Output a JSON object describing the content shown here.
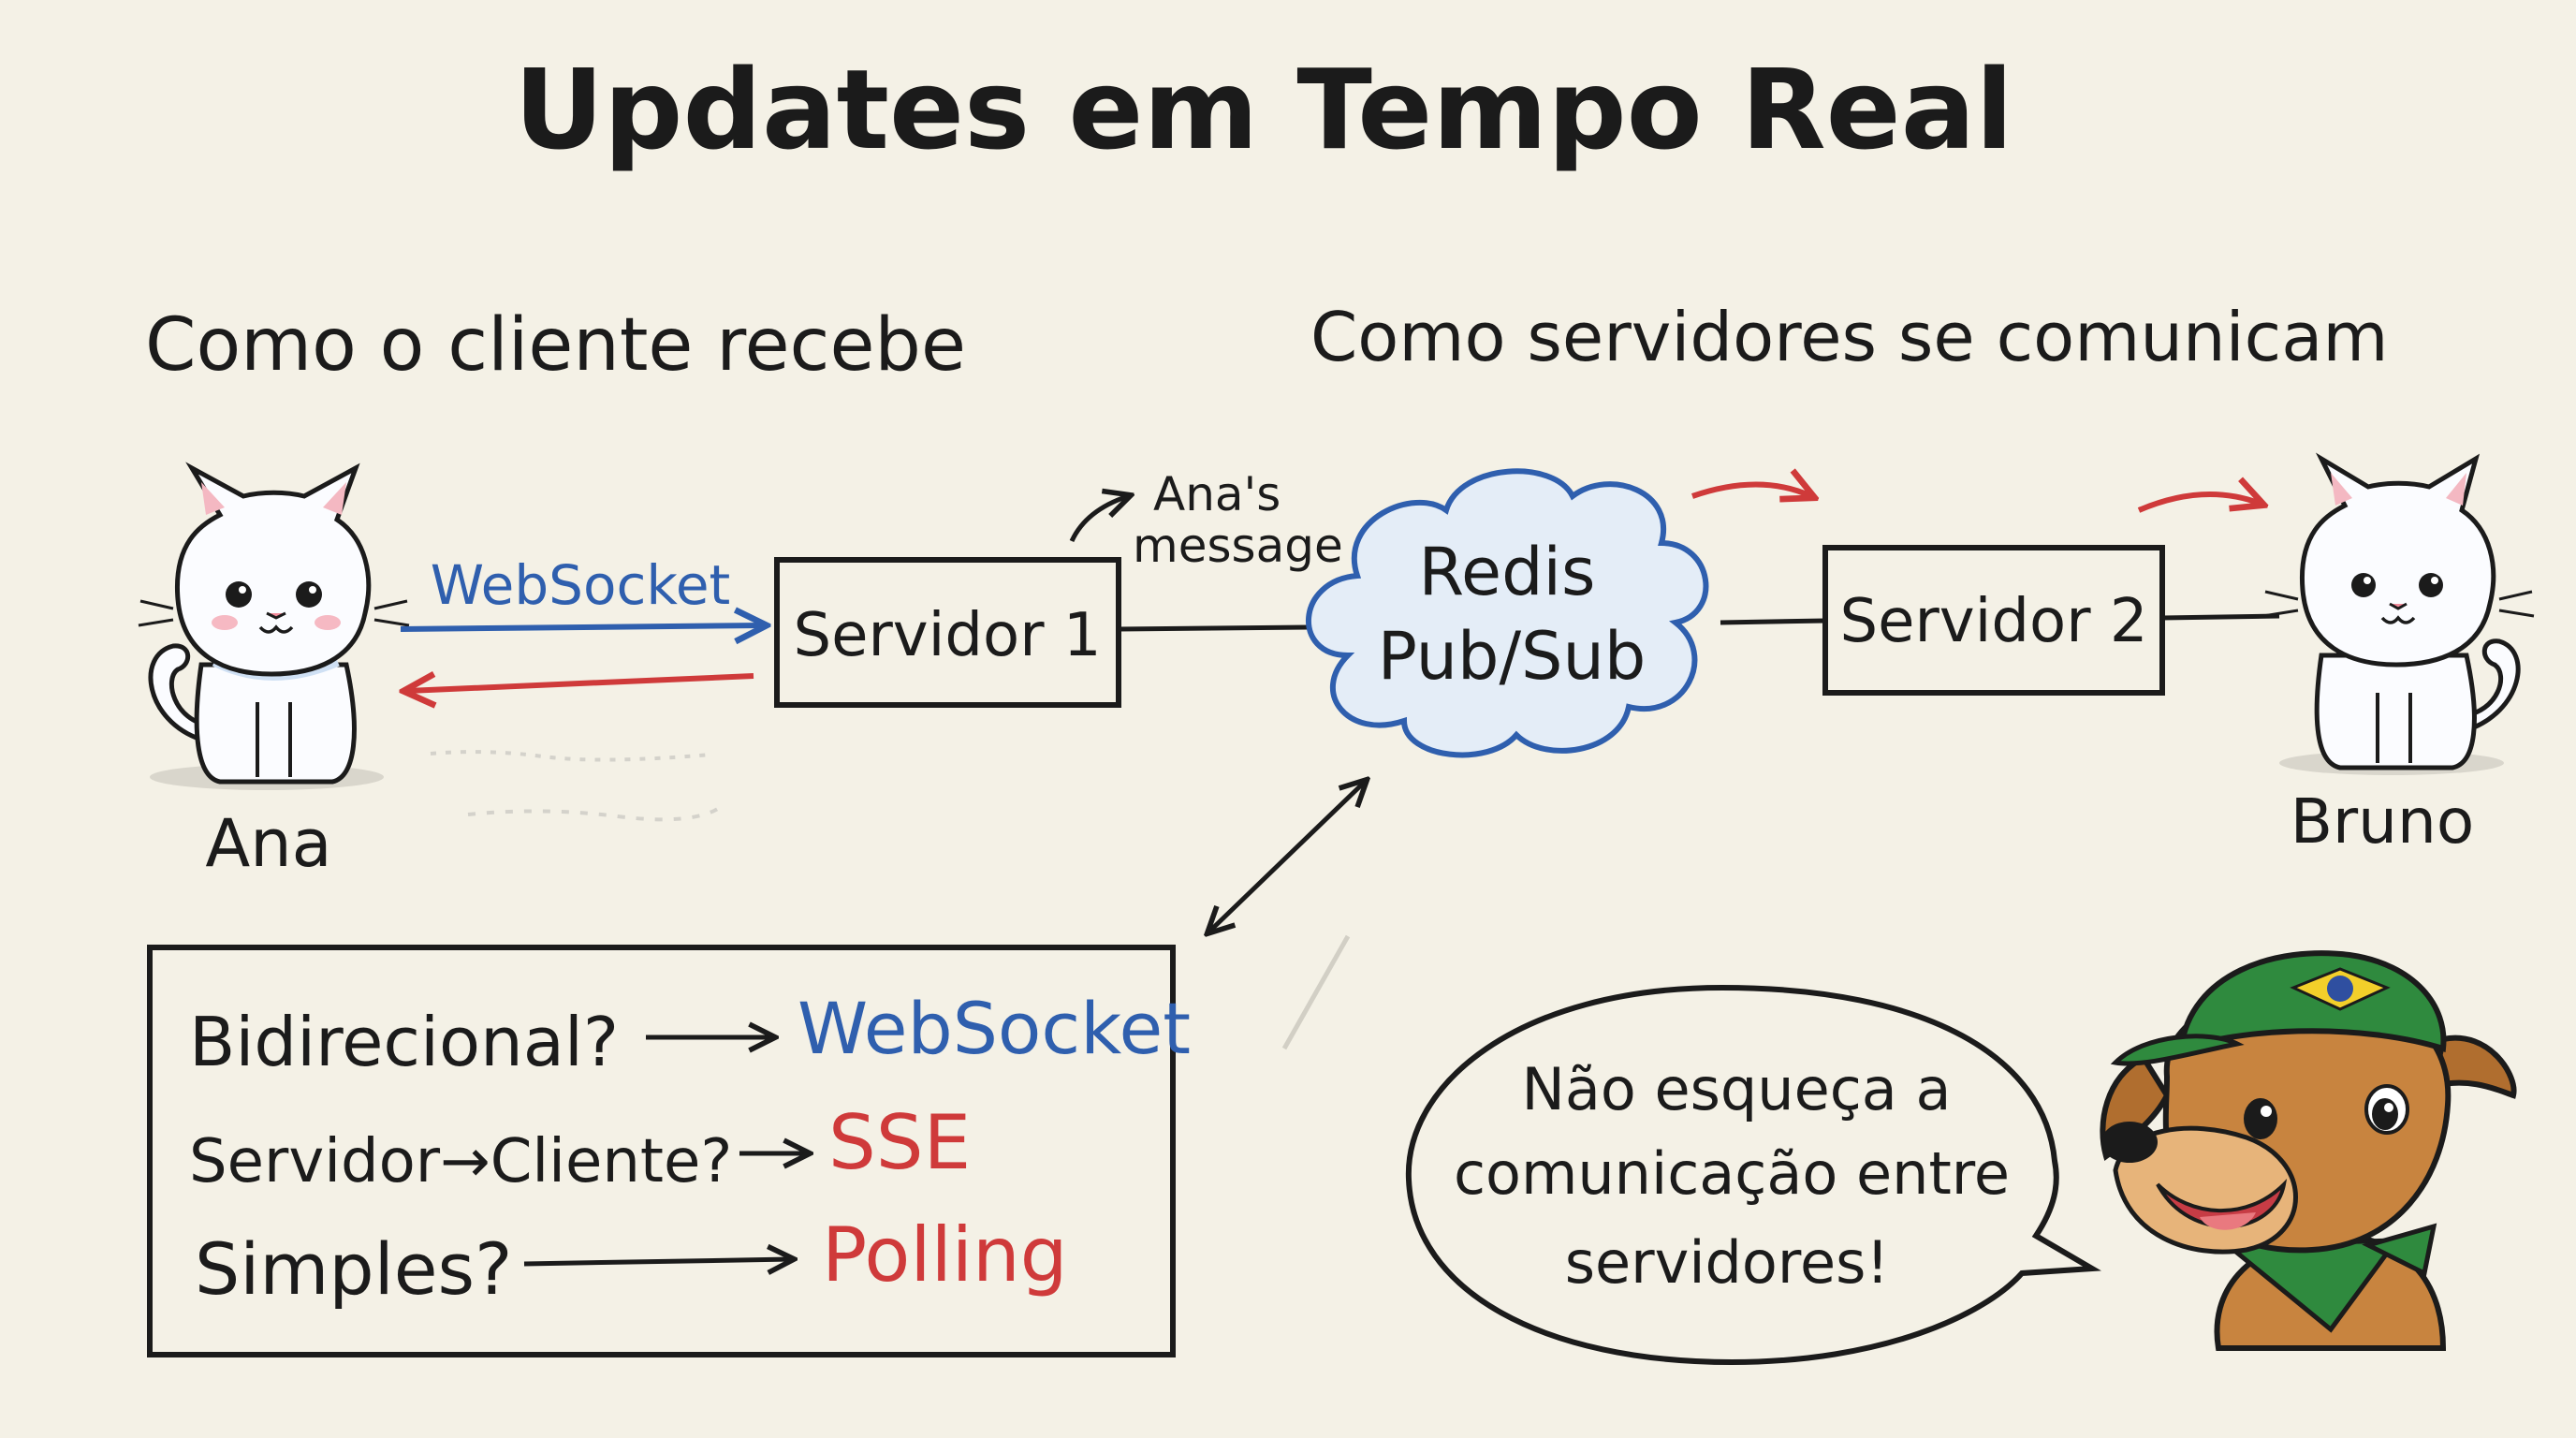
{
  "title": "Updates em Tempo Real",
  "subtitle_left": "Como o cliente recebe",
  "subtitle_right": "Como servidores se comunicam",
  "colors": {
    "background": "#f4f1e6",
    "ink": "#1b1b1b",
    "blue": "#2f5fae",
    "red": "#cf3a3a",
    "cloud_fill": "#e4edf7",
    "dog": "#c8843f",
    "cap_green": "#2f8a3e",
    "flag_yellow": "#f3cf2a",
    "flag_blue": "#2f4fa0"
  },
  "client": {
    "name": "Ana",
    "websocket_label": "WebSocket"
  },
  "servers": {
    "server1": "Servidor 1",
    "server2": "Servidor 2",
    "message_note_line1": "Ana's",
    "message_note_line2": "message"
  },
  "redis": {
    "line1": "Redis",
    "line2": "Pub/Sub"
  },
  "receiver": {
    "name": "Bruno"
  },
  "decision": {
    "rows": [
      {
        "question": "Bidirecional?",
        "answer": "WebSocket",
        "color": "#2f5fae"
      },
      {
        "question": "Servidor→Cliente?",
        "answer": "SSE",
        "color": "#cf3a3a"
      },
      {
        "question": "Simples?",
        "answer": "Polling",
        "color": "#cf3a3a"
      }
    ]
  },
  "speech": {
    "line1": "Não esqueça a",
    "line2": "comunicação entre",
    "line3": "servidores!"
  },
  "icons": [
    "cat-ana-icon",
    "cat-bruno-icon",
    "dog-mascot-icon",
    "brazil-flag-icon",
    "cloud-icon"
  ]
}
